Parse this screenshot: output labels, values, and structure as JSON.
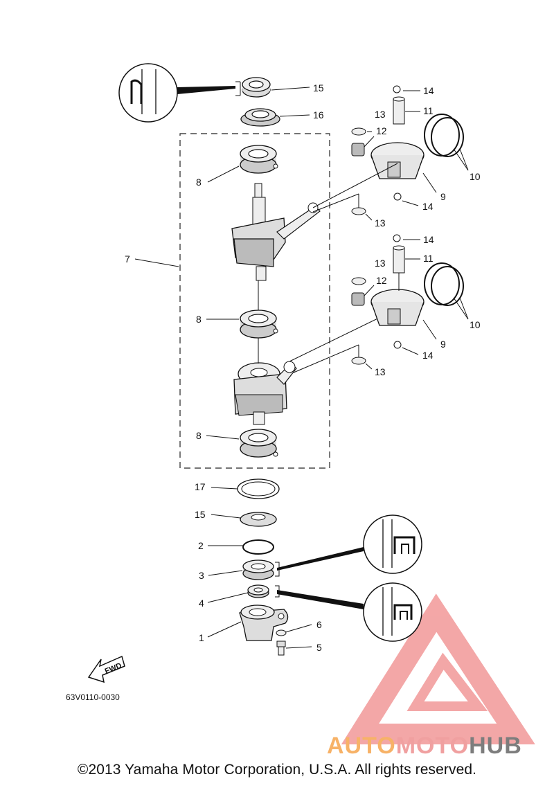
{
  "callouts": {
    "c1": "1",
    "c2": "2",
    "c3": "3",
    "c4": "4",
    "c5": "5",
    "c6": "6",
    "c7": "7",
    "c8a": "8",
    "c8b": "8",
    "c8c": "8",
    "c9a": "9",
    "c9b": "9",
    "c10a": "10",
    "c10b": "10",
    "c11a": "11",
    "c11b": "11",
    "c12a": "12",
    "c12b": "12",
    "c13a": "13",
    "c13b": "13",
    "c13c": "13",
    "c13d": "13",
    "c14a": "14",
    "c14b": "14",
    "c14c": "14",
    "c14d": "14",
    "c15a": "15",
    "c15b": "15",
    "c16": "16",
    "c17": "17"
  },
  "fwd_label": "FWD",
  "figure_code": "63V0110-0030",
  "copyright": "©2013 Yamaha Motor Corporation, U.S.A. All rights reserved.",
  "watermark": {
    "part1": "AUTO",
    "part2": "MOTO",
    "part3": "HUB",
    "colors": {
      "auto": "#f7b267",
      "moto": "#f0a0a0",
      "hub": "#7d7d7d",
      "triangle": "#f08080"
    }
  }
}
